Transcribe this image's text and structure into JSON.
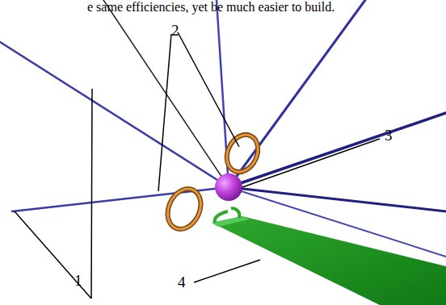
{
  "diagram": {
    "labels": [
      "e same efficiencies, yet be much easier to build.",
      "1",
      "2",
      "3",
      "4"
    ]
  }
}
